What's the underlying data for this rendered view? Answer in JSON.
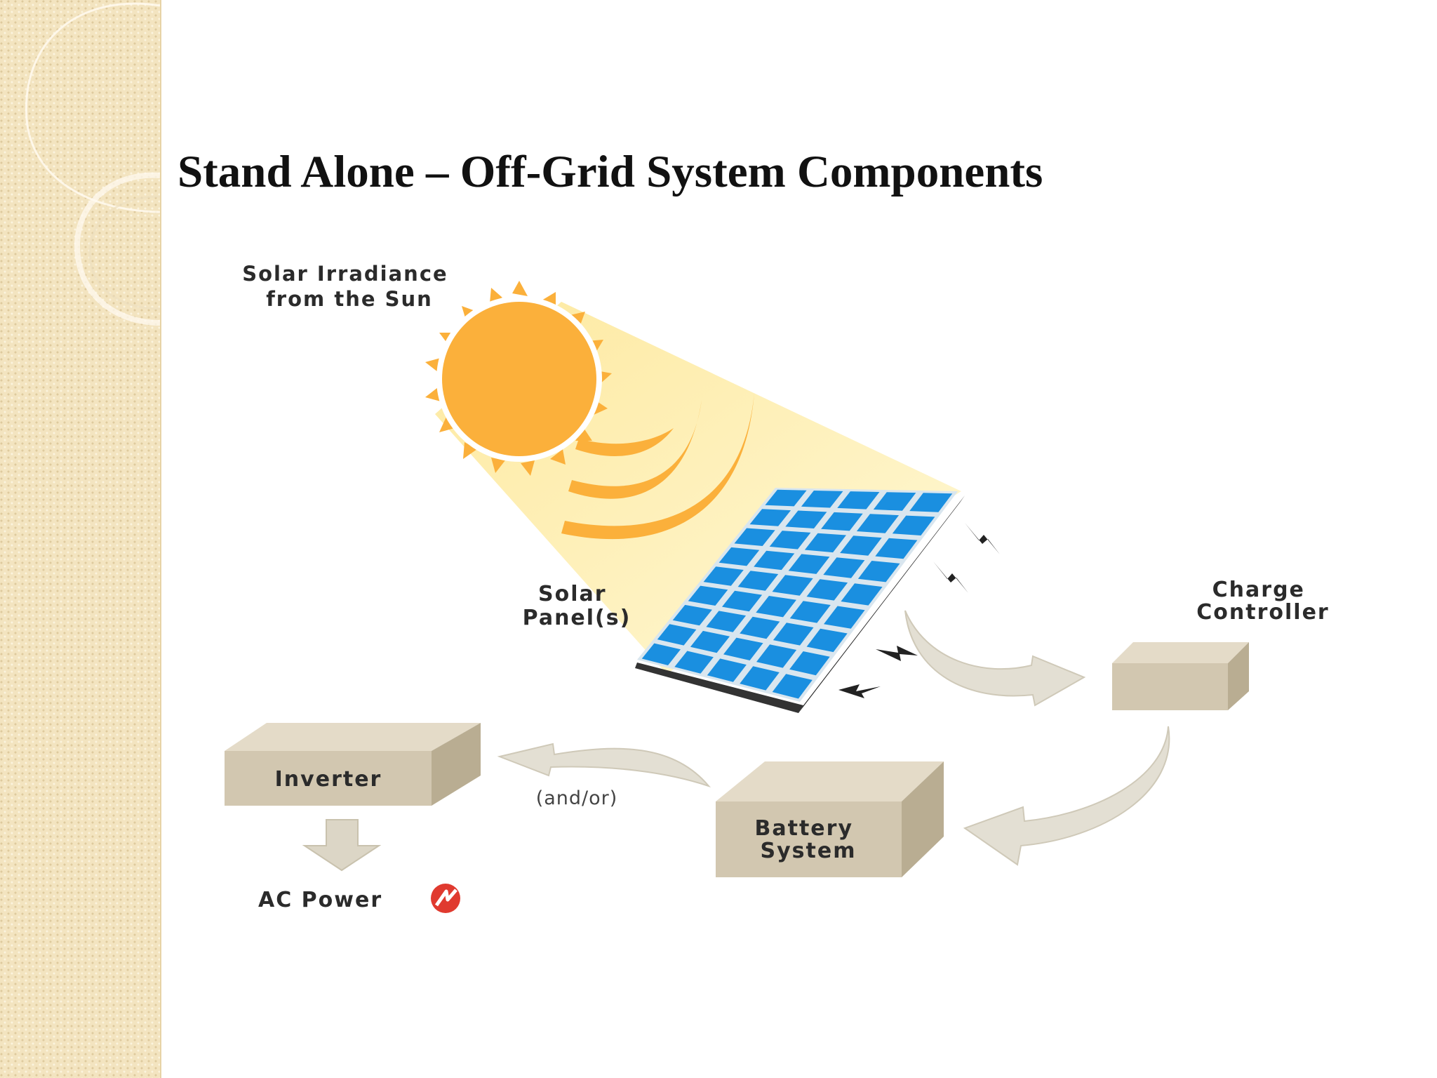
{
  "slide": {
    "title": "Stand Alone – Off-Grid System Components"
  },
  "diagram": {
    "sun_label_line1": "Solar Irradiance",
    "sun_label_line2": "from the Sun",
    "panel_label_line1": "Solar",
    "panel_label_line2": "Panel(s)",
    "controller_label_line1": "Charge",
    "controller_label_line2": "Controller",
    "inverter_label": "Inverter",
    "battery_label_line1": "Battery",
    "battery_label_line2": "System",
    "andor_label": "(and/or)",
    "ac_power_label": "AC Power",
    "colors": {
      "sun": "#fbb03b",
      "beam": "#fdf1b8",
      "panel_cell": "#1a8fe0",
      "box_front": "#d2c7b0",
      "box_top": "#e4dbc8",
      "box_side": "#b9ad92",
      "arrow": "#e3dfd3",
      "ac_icon": "#e03a2f"
    }
  }
}
